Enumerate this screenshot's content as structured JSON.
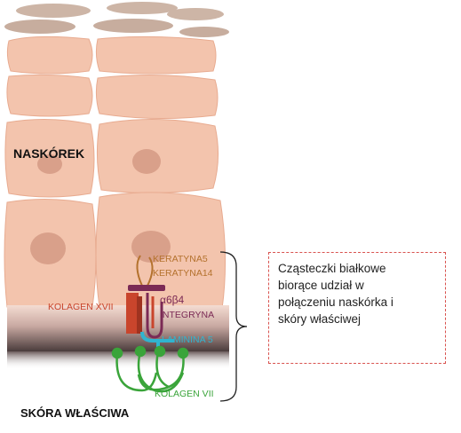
{
  "labels": {
    "epidermis": "NASKÓREK",
    "dermis": "SKÓRA WŁAŚCIWA",
    "keratin5": "KERATYNA5",
    "keratin14": "KERATYNA14",
    "collagen17": "KOLAGEN XVII",
    "integrin_symbol": "α6β4",
    "integrin": "INTEGRYNA",
    "laminin": "LAMININA 5",
    "collagen7": "KOLAGEN VII"
  },
  "callout": {
    "lines": [
      "Cząsteczki białkowe",
      "biorące udział w",
      "połączeniu naskórka i",
      "skóry właściwej"
    ]
  },
  "colors": {
    "cell_fill": "#f3c4ad",
    "cell_stroke": "#e8ab90",
    "nucleus": "#d9a08a",
    "flat_cell": "#cdb5a6",
    "basement_dark": "#6a5a5a",
    "keratin": "#b4722e",
    "collagen17": "#c9452c",
    "integrin": "#7b2a55",
    "laminin": "#30b4cf",
    "collagen7": "#3aa43a",
    "callout_border": "#d9534f"
  }
}
